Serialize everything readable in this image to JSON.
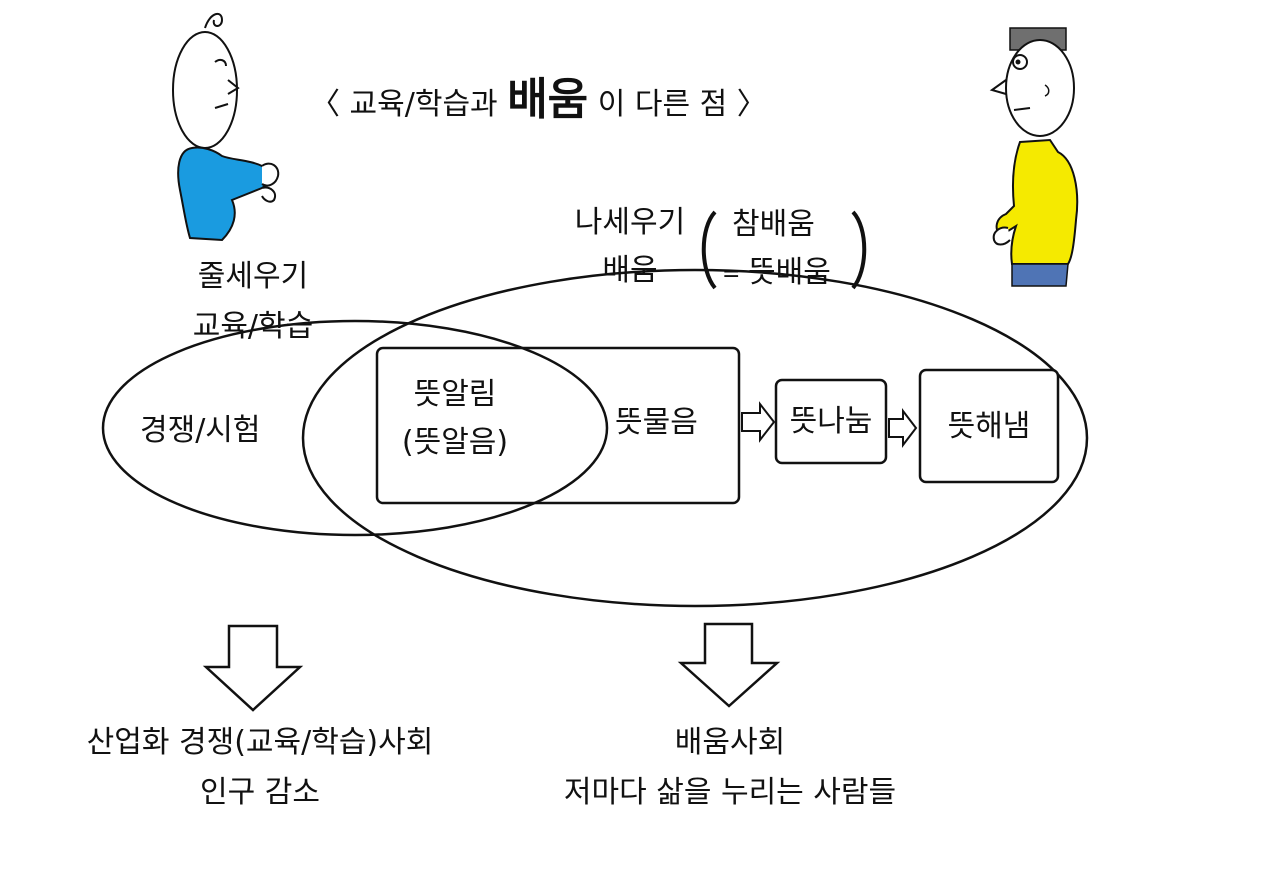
{
  "title": {
    "open": "〈",
    "prefix": "교육/학습과",
    "emphasis": "배움",
    "suffix": "이 다른 점",
    "close": "〉"
  },
  "left_set": {
    "label_line1": "줄세우기",
    "label_line2": "교육/학습",
    "inner_label": "경쟁/시험"
  },
  "right_set": {
    "label_line1": "나세우기",
    "label_line2": "배움",
    "paren_line1": "참배움",
    "paren_eq": "=",
    "paren_line2": "뜻배움"
  },
  "boxes": {
    "main_left_line1": "뜻알림",
    "main_left_line2": "(뜻알음)",
    "main_right": "뜻물음",
    "box2": "뜻나눔",
    "box3": "뜻해냄"
  },
  "outcomes": {
    "left_line1": "산업화 경쟁(교육/학습)사회",
    "left_line2": "인구 감소",
    "right_line1": "배움사회",
    "right_line2": "저마다 삶을 누리는 사람들"
  },
  "colors": {
    "left_person_shirt": "#1a9be0",
    "right_person_shirt": "#f5ea00",
    "right_person_hat": "#6f6f6f",
    "right_person_pants": "#4f74b5"
  }
}
